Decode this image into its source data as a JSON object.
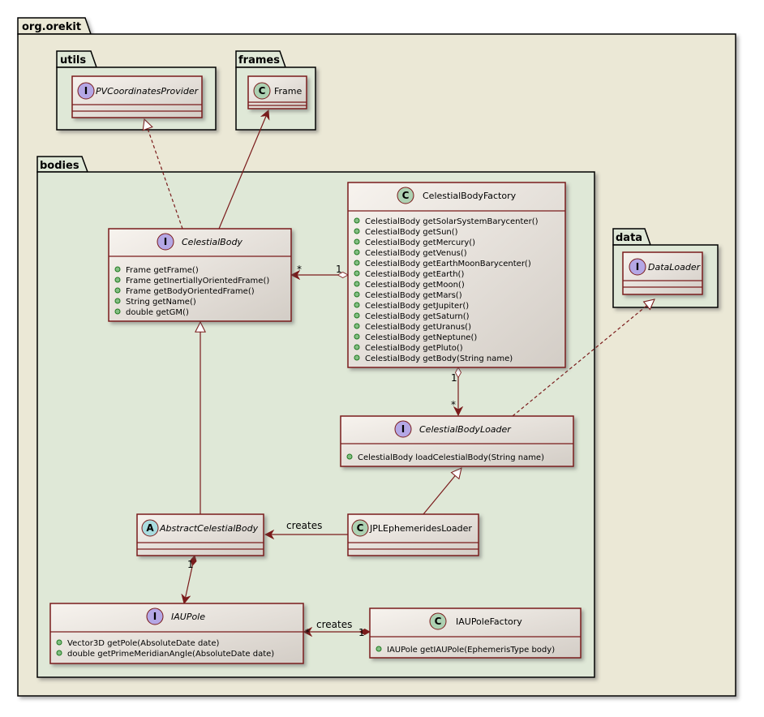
{
  "packages": {
    "root": "org.orekit",
    "utils": "utils",
    "frames": "frames",
    "bodies": "bodies",
    "data": "data"
  },
  "stereotype_letters": {
    "interface": "I",
    "class": "C",
    "abstract": "A"
  },
  "classes": {
    "pvcoordinatesprovider": {
      "name": "PVCoordinatesProvider"
    },
    "frame": {
      "name": "Frame"
    },
    "dataloader": {
      "name": "DataLoader"
    },
    "celestialbody": {
      "name": "CelestialBody",
      "members": [
        "Frame getFrame()",
        "Frame getInertiallyOrientedFrame()",
        "Frame getBodyOrientedFrame()",
        "String getName()",
        "double getGM()"
      ]
    },
    "celestialbodyfactory": {
      "name": "CelestialBodyFactory",
      "members": [
        "CelestialBody getSolarSystemBarycenter()",
        "CelestialBody getSun()",
        "CelestialBody getMercury()",
        "CelestialBody getVenus()",
        "CelestialBody getEarthMoonBarycenter()",
        "CelestialBody getEarth()",
        "CelestialBody getMoon()",
        "CelestialBody getMars()",
        "CelestialBody getJupiter()",
        "CelestialBody getSaturn()",
        "CelestialBody getUranus()",
        "CelestialBody getNeptune()",
        "CelestialBody getPluto()",
        "CelestialBody getBody(String name)"
      ]
    },
    "celestialbodyloader": {
      "name": "CelestialBodyLoader",
      "members": [
        "CelestialBody loadCelestialBody(String name)"
      ]
    },
    "abstractcelestialbody": {
      "name": "AbstractCelestialBody"
    },
    "jplephemeridesloader": {
      "name": "JPLEphemeridesLoader"
    },
    "iaupole": {
      "name": "IAUPole",
      "members": [
        "Vector3D getPole(AbsoluteDate date)",
        "double getPrimeMeridianAngle(AbsoluteDate date)"
      ]
    },
    "iaupolefactory": {
      "name": "IAUPoleFactory",
      "members": [
        "IAUPole getIAUPole(EphemerisType body)"
      ]
    }
  },
  "relations": {
    "creates_label": "creates",
    "mult_star": "*",
    "mult_one": "1"
  },
  "colors": {
    "root_bg": "#ebe8d6",
    "pkg_bg": "#dfe8d7",
    "class_border": "#7a1b1b",
    "interface_circle": "#b4a7e5",
    "class_circle": "#add1b2",
    "abstract_circle": "#a9dcdf"
  }
}
